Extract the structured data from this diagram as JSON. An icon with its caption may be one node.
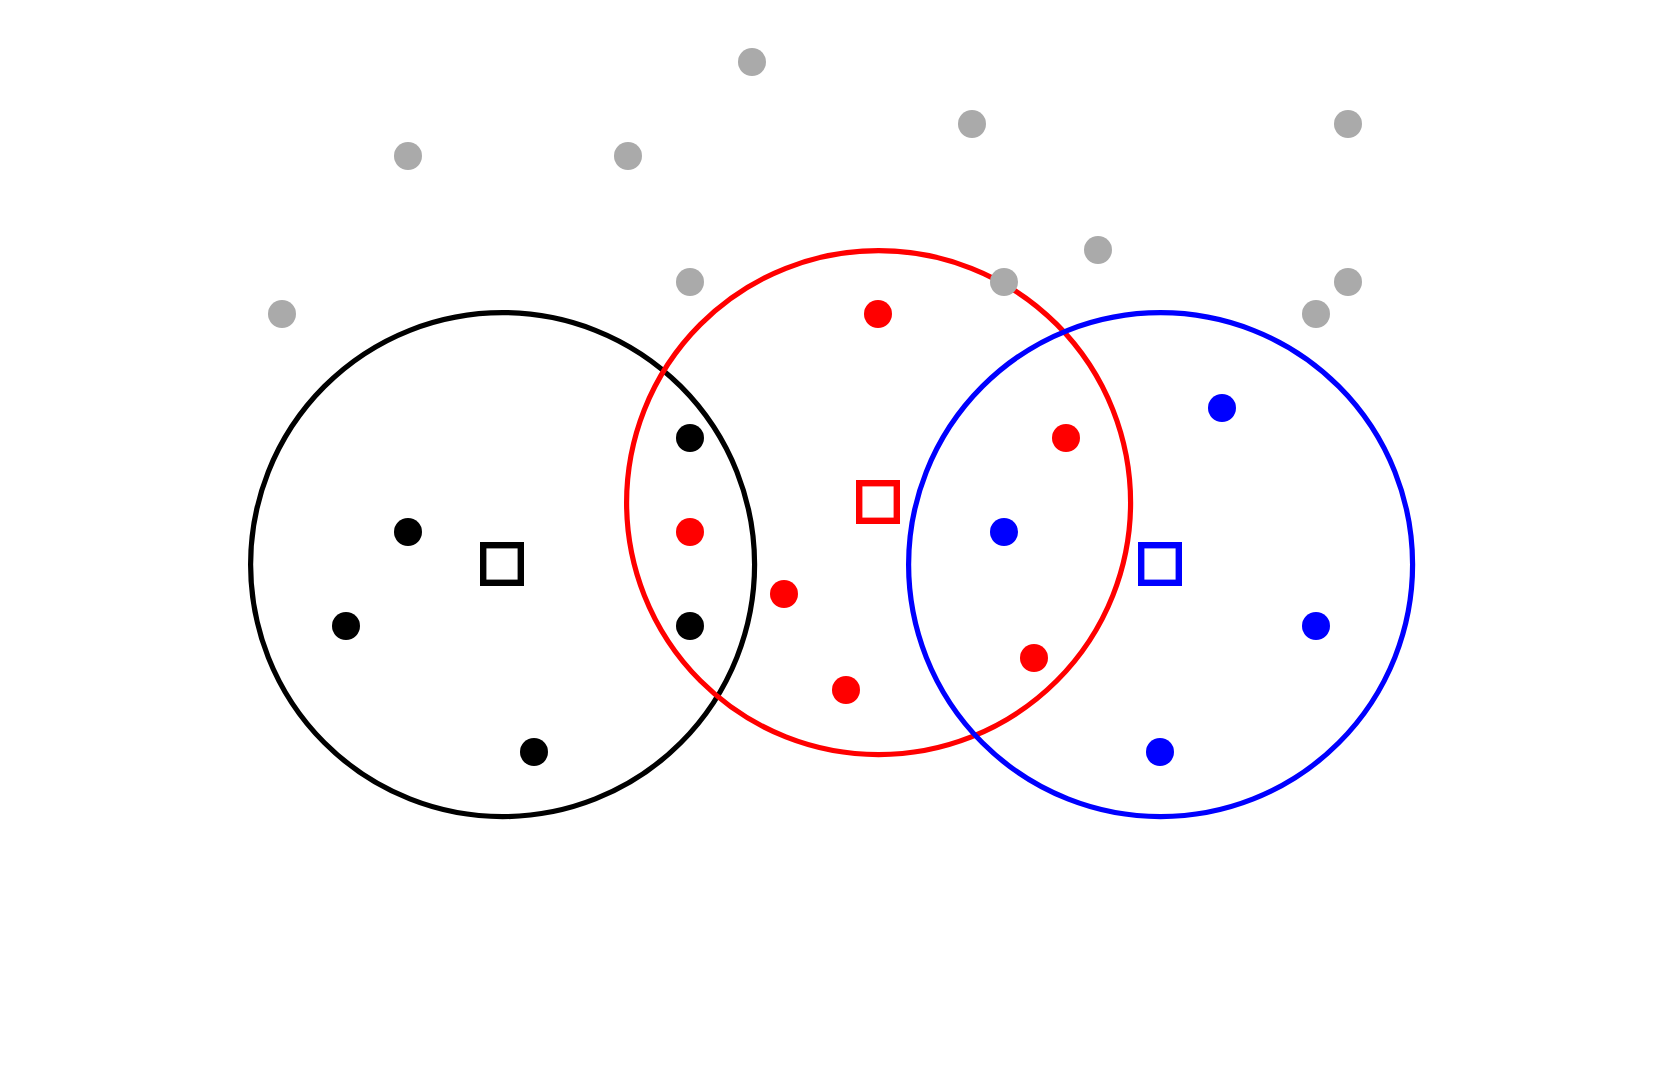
{
  "diagram": {
    "nodes": [
      {
        "text": [],
        "shape": "circle"
      },
      {
        "text": [],
        "shape": "circle"
      },
      {
        "text": [],
        "shape": "circle"
      },
      {
        "text": [],
        "shape": "box",
        "in": 0
      },
      {
        "text": [],
        "shape": "box",
        "in": 1
      },
      {
        "text": [],
        "shape": "box",
        "in": 2
      }
    ]
  }
}
